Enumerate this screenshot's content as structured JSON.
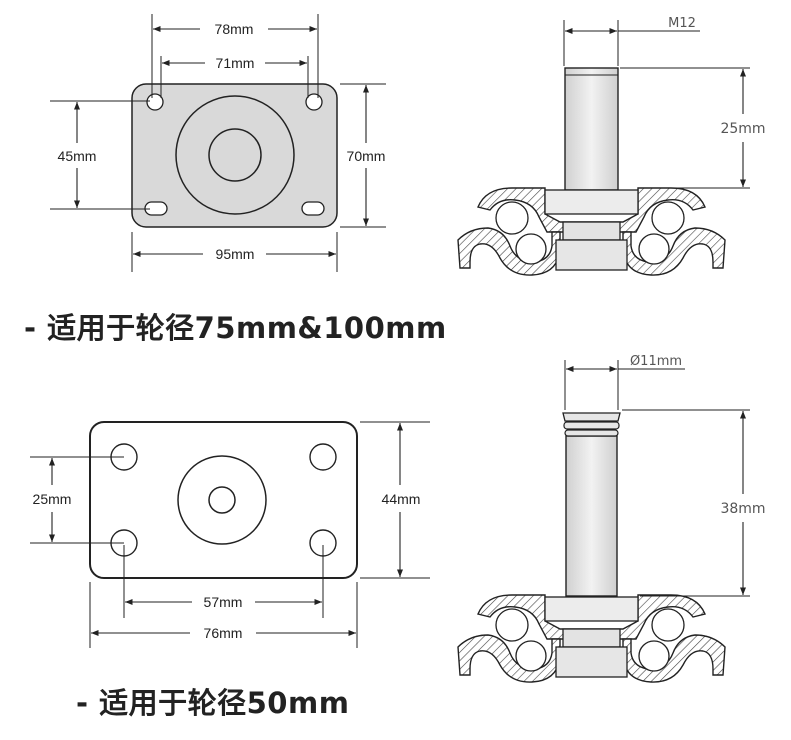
{
  "top_plate": {
    "width_outer_hole_spacing": "78mm",
    "width_inner_hole_spacing": "71mm",
    "overall_width": "95mm",
    "height_hole_spacing": "45mm",
    "overall_height": "70mm"
  },
  "top_stem": {
    "thread": "M12",
    "stem_length": "25mm"
  },
  "caption_top": "- 适用于轮径75mm&100mm",
  "bottom_plate": {
    "height_hole_spacing": "25mm",
    "overall_height": "44mm",
    "width_hole_spacing": "57mm",
    "overall_width": "76mm"
  },
  "bottom_stem": {
    "diameter": "Ø11mm",
    "stem_length": "38mm"
  },
  "caption_bottom": "- 适用于轮径50mm",
  "colors": {
    "line": "#222222",
    "plate_fill_top": "#d9d9d9",
    "stem_fill": "#e6e6e6",
    "hatch": "#444444"
  }
}
